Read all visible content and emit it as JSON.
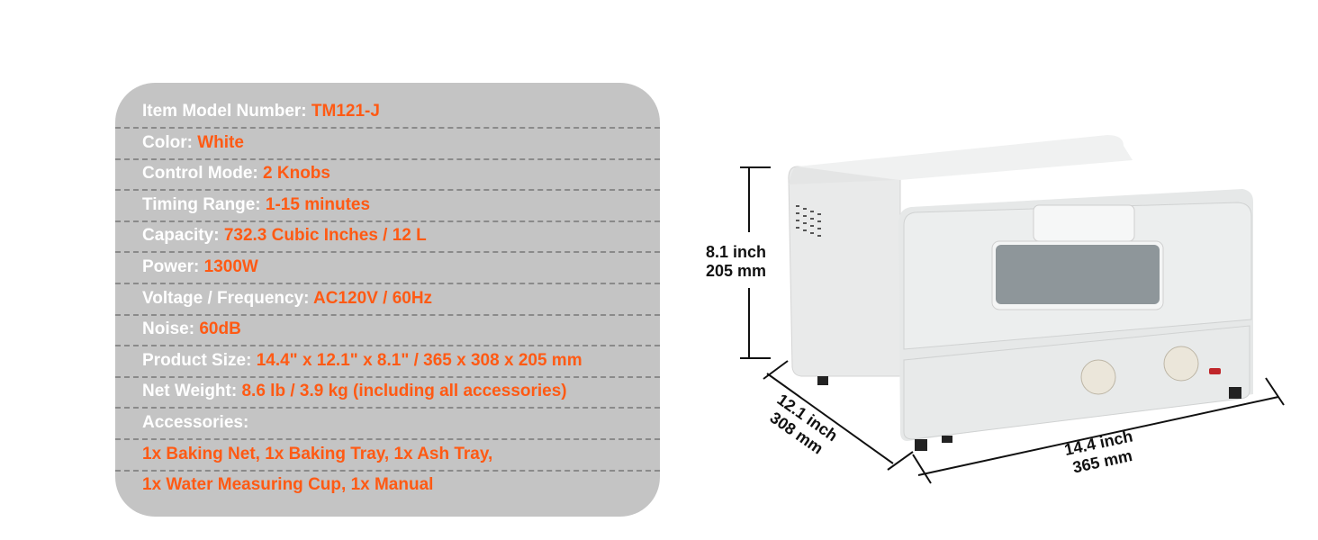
{
  "specs": [
    {
      "label": "Item Model Number: ",
      "value": "TM121-J"
    },
    {
      "label": "Color: ",
      "value": "White"
    },
    {
      "label": "Control Mode: ",
      "value": "2 Knobs"
    },
    {
      "label": "Timing Range: ",
      "value": "1-15 minutes"
    },
    {
      "label": "Capacity: ",
      "value": "732.3 Cubic Inches / 12 L"
    },
    {
      "label": "Power: ",
      "value": "1300W"
    },
    {
      "label": "Voltage / Frequency: ",
      "value": "AC120V / 60Hz"
    },
    {
      "label": "Noise: ",
      "value": "60dB"
    },
    {
      "label": "Product Size: ",
      "value": "14.4\" x 12.1\" x 8.1\" / 365 x 308 x 205 mm"
    },
    {
      "label": "Net Weight: ",
      "value": "8.6 lb / 3.9 kg (including all accessories)"
    },
    {
      "label": "Accessories:",
      "value": ""
    },
    {
      "label": "",
      "value": "1x Baking Net, 1x Baking Tray, 1x Ash Tray,"
    },
    {
      "label": "",
      "value": "1x Water Measuring Cup, 1x Manual"
    }
  ],
  "dimensions": {
    "height": {
      "inch": "8.1 inch",
      "mm": "205 mm"
    },
    "depth": {
      "inch": "12.1 inch",
      "mm": "308 mm"
    },
    "width": {
      "inch": "14.4 inch",
      "mm": "365 mm"
    }
  },
  "colors": {
    "panel": "#c4c4c4",
    "accent": "#ff5a14",
    "label": "#ffffff"
  }
}
